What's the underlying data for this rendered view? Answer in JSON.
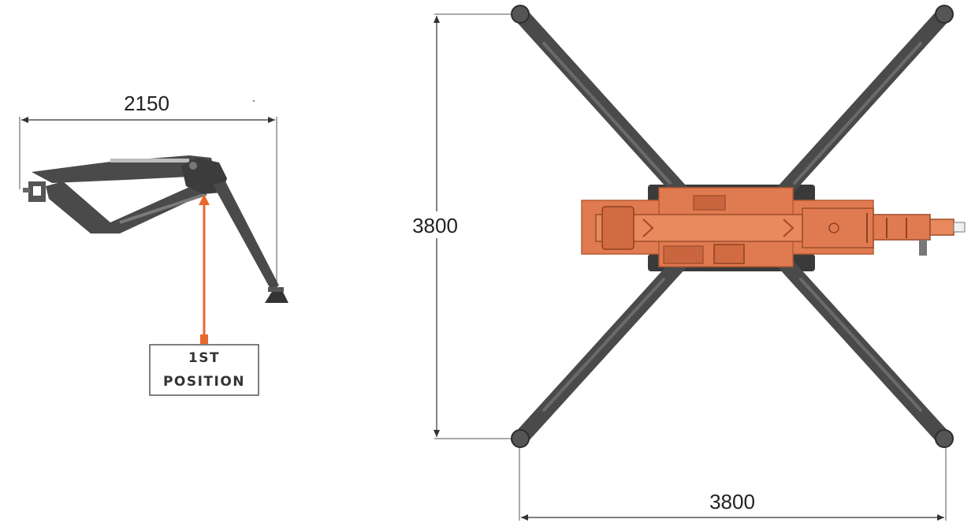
{
  "side_view": {
    "width_dimension": "2150",
    "position_label_line1": "1ST",
    "position_label_line2": "POSITION"
  },
  "top_view": {
    "vertical_dimension": "3800",
    "horizontal_dimension": "3800"
  },
  "colors": {
    "machine_orange": "#e07a50",
    "boom_grey": "#4a4a4a",
    "arrow_orange": "#e8692e",
    "dimension_line": "#333333"
  }
}
